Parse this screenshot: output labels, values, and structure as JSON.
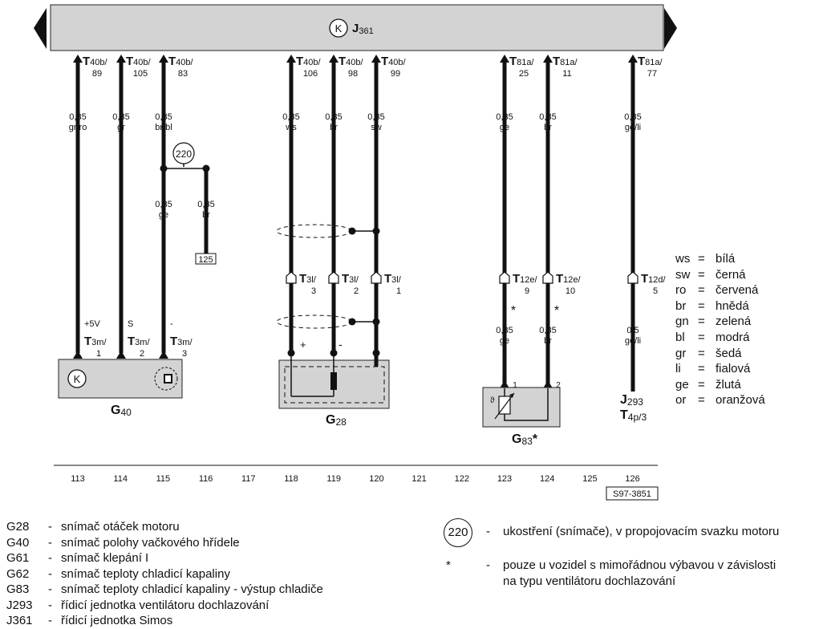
{
  "ecu": {
    "symbol": "K",
    "name": "J",
    "sub": "361"
  },
  "wires": [
    {
      "id": "w113",
      "conn": "T40b/",
      "pin": "89",
      "sec": "0,35",
      "color": "gr/ro"
    },
    {
      "id": "w114",
      "conn": "T40b/",
      "pin": "105",
      "sec": "0,35",
      "color": "gr"
    },
    {
      "id": "w115",
      "conn": "T40b/",
      "pin": "83",
      "sec": "0,35",
      "color": "br/bl"
    },
    {
      "id": "w118",
      "conn": "T40b/",
      "pin": "106",
      "sec": "0,35",
      "color": "ws"
    },
    {
      "id": "w119",
      "conn": "T40b/",
      "pin": "98",
      "sec": "0,35",
      "color": "br"
    },
    {
      "id": "w120",
      "conn": "T40b/",
      "pin": "99",
      "sec": "0,35",
      "color": "sw"
    },
    {
      "id": "w123",
      "conn": "T81a/",
      "pin": "25",
      "sec": "0,35",
      "color": "ge"
    },
    {
      "id": "w124",
      "conn": "T81a/",
      "pin": "11",
      "sec": "0,35",
      "color": "br"
    },
    {
      "id": "w126",
      "conn": "T81a/",
      "pin": "77",
      "sec": "0,35",
      "color": "ge/li"
    }
  ],
  "ground": {
    "number": "220",
    "left_sec": "0,35",
    "left_color": "ge",
    "right_sec": "0,35",
    "right_color": "br",
    "ref_box": "125"
  },
  "g28_conns": [
    {
      "conn": "T3l/",
      "pin": "3"
    },
    {
      "conn": "T3l/",
      "pin": "2"
    },
    {
      "conn": "T3l/",
      "pin": "1"
    }
  ],
  "g28_signs": {
    "plus": "+",
    "minus": "-"
  },
  "g83_conns": [
    {
      "conn": "T12e/",
      "pin": "9",
      "mark": "*",
      "sec": "0,35",
      "color": "ge",
      "term": "1"
    },
    {
      "conn": "T12e/",
      "pin": "10",
      "mark": "*",
      "sec": "0,35",
      "color": "br",
      "term": "2"
    }
  ],
  "j293_conn": {
    "conn": "T12d/",
    "pin": "5",
    "sec": "0,5",
    "color": "ge/li",
    "dest": "J",
    "dest_sub": "293",
    "dest2": "T",
    "dest2_sub": "4p/3"
  },
  "g40_conns": [
    {
      "label": "+5V",
      "conn": "T3m/",
      "pin": "1"
    },
    {
      "label": "S",
      "conn": "T3m/",
      "pin": "2"
    },
    {
      "label": "-",
      "conn": "T3m/",
      "pin": "3"
    }
  ],
  "components": {
    "g40": {
      "name": "G",
      "sub": "40",
      "symbol": "K"
    },
    "g28": {
      "name": "G",
      "sub": "28"
    },
    "g83": {
      "name": "G",
      "sub": "83",
      "mark": "*"
    }
  },
  "numbers": [
    "113",
    "114",
    "115",
    "116",
    "117",
    "118",
    "119",
    "120",
    "121",
    "122",
    "123",
    "124",
    "125",
    "126"
  ],
  "ref_code": "S97-3851",
  "color_legend": [
    {
      "abbr": "ws",
      "eq": "=",
      "name": "bílá"
    },
    {
      "abbr": "sw",
      "eq": "=",
      "name": "černá"
    },
    {
      "abbr": "ro",
      "eq": "=",
      "name": "červená"
    },
    {
      "abbr": "br",
      "eq": "=",
      "name": "hnědá"
    },
    {
      "abbr": "gn",
      "eq": "=",
      "name": "zelená"
    },
    {
      "abbr": "bl",
      "eq": "=",
      "name": "modrá"
    },
    {
      "abbr": "gr",
      "eq": "=",
      "name": "šedá"
    },
    {
      "abbr": "li",
      "eq": "=",
      "name": "fialová"
    },
    {
      "abbr": "ge",
      "eq": "=",
      "name": "žlutá"
    },
    {
      "abbr": "or",
      "eq": "=",
      "name": "oranžová"
    }
  ],
  "codes": [
    {
      "code": "G28",
      "dash": "-",
      "desc": "snímač otáček motoru"
    },
    {
      "code": "G40",
      "dash": "-",
      "desc": "snímač polohy vačkového hřídele"
    },
    {
      "code": "G61",
      "dash": "-",
      "desc": "snímač klepání I"
    },
    {
      "code": "G62",
      "dash": "-",
      "desc": "snímač teploty chladicí kapaliny"
    },
    {
      "code": "G83",
      "dash": "-",
      "desc": "snímač teploty chladicí kapaliny - výstup chladiče"
    },
    {
      "code": "J293",
      "dash": "-",
      "desc": "řídicí jednotka ventilátoru dochlazování"
    },
    {
      "code": "J361",
      "dash": "-",
      "desc": "řídicí jednotka Simos"
    }
  ],
  "notes": {
    "ground_symbol": "220",
    "ground_dash": "-",
    "ground_text": "ukostření (snímače), v propojovacím svazku motoru",
    "star_symbol": "*",
    "star_dash": "-",
    "star_line1": "pouze u vozidel s mimořádnou výbavou v závislosti",
    "star_line2": "na typu ventilátoru dochlazování"
  }
}
